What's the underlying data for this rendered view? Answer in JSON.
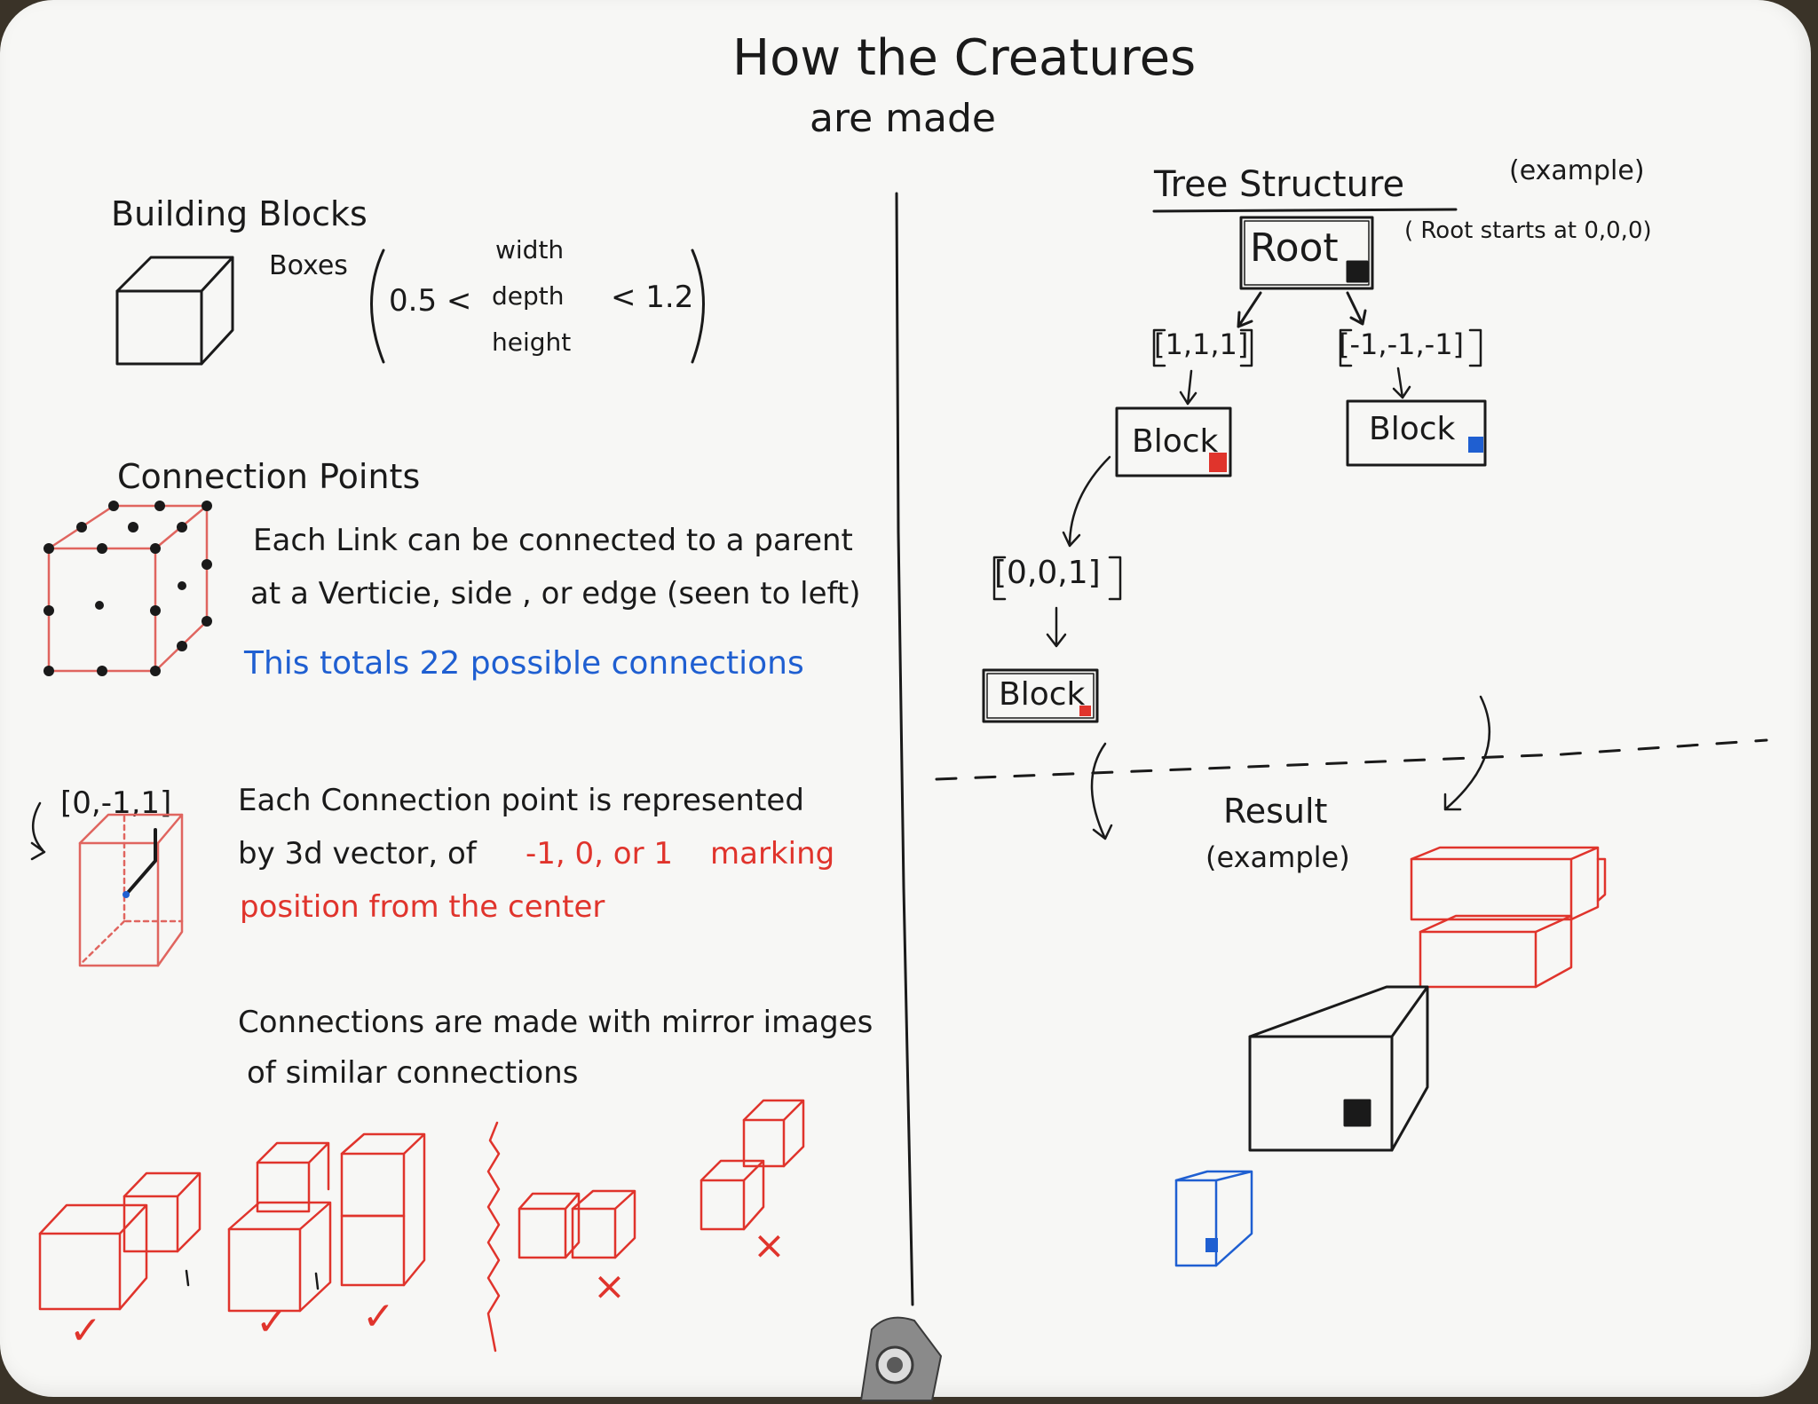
{
  "title": {
    "line1": "How the Creatures",
    "line2": "are made"
  },
  "building_blocks": {
    "heading": "Building Blocks",
    "boxes_label": "Boxes",
    "range_low": "0.5 <",
    "dims": [
      "width",
      "depth",
      "height"
    ],
    "range_high": "< 1.2"
  },
  "connection_points": {
    "heading": "Connection Points",
    "desc_line1": "Each Link can be connected to a parent",
    "desc_line2": "at a Verticie, side , or edge (seen to left)",
    "total": "This totals 22 possible connections"
  },
  "vector": {
    "label": "[0,-1,1]",
    "line1": "Each Connection point is represented",
    "line2_prefix": "by 3d vector, of",
    "line2_values": "-1, 0, or 1",
    "line2_suffix": "marking",
    "line3": "position from the center"
  },
  "mirror": {
    "line1": "Connections are made with mirror images",
    "line2": "of similar connections",
    "marks": [
      "✓",
      "✓",
      "✓",
      "×",
      "×"
    ]
  },
  "tree": {
    "heading": "Tree Structure",
    "note": "(example)",
    "root_label": "Root",
    "root_note": "( Root starts at 0,0,0)",
    "edge_left": "[1,1,1]",
    "edge_right": "[-1,-1,-1]",
    "edge_down": "[0,0,1]",
    "block_labels": [
      "Block",
      "Block",
      "Block"
    ]
  },
  "result": {
    "line1": "Result",
    "line2": "(example)"
  },
  "colors": {
    "ink": "#1a1a1a",
    "red": "#e0342c",
    "blue": "#1f5fd1",
    "paper": "#f7f7f5"
  }
}
